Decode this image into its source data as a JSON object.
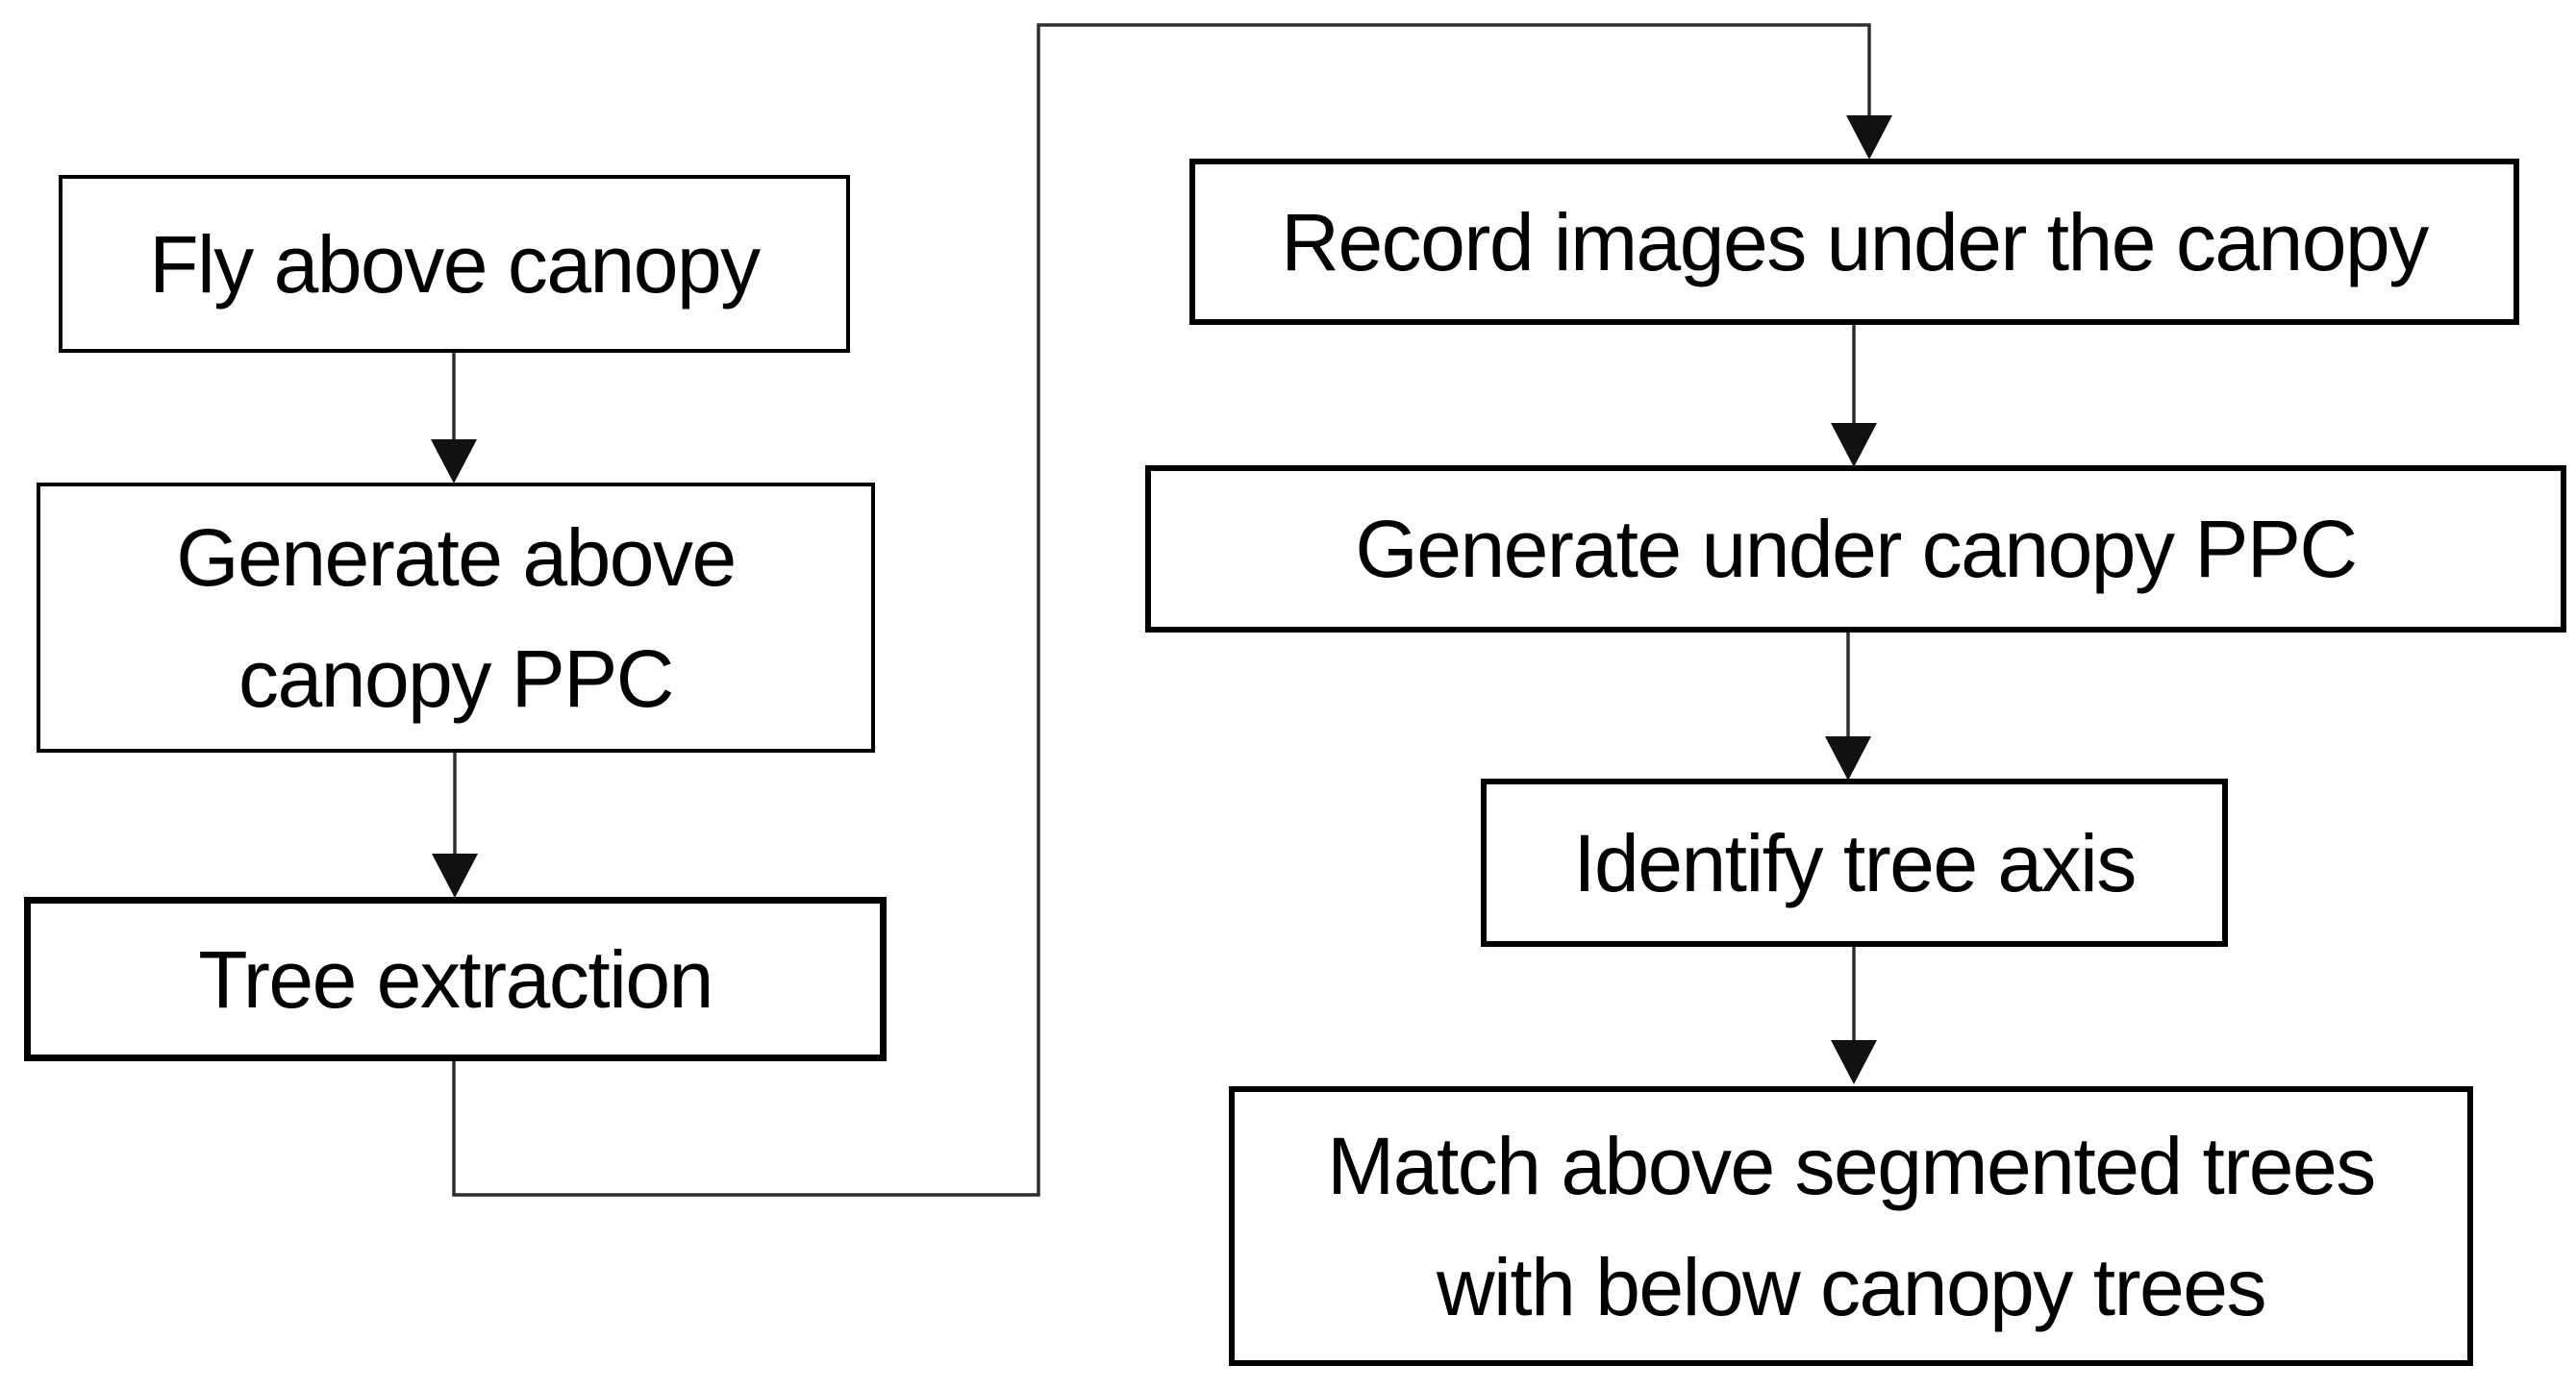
{
  "diagram": {
    "type": "flowchart",
    "background_color": "#ffffff",
    "box_border_color": "#000000",
    "text_color": "#000000",
    "connector_color": "#2f2f2f",
    "nodes": [
      {
        "id": "fly-above-canopy",
        "label": "Fly above canopy"
      },
      {
        "id": "generate-above-canopy-ppc",
        "label": "Generate above canopy PPC"
      },
      {
        "id": "tree-extraction",
        "label": "Tree extraction"
      },
      {
        "id": "record-images-under-the-canopy",
        "label": "Record images under the canopy"
      },
      {
        "id": "generate-under-canopy-ppc",
        "label": "Generate under canopy PPC"
      },
      {
        "id": "identify-tree-axis",
        "label": "Identify tree axis"
      },
      {
        "id": "match-above-segmented-trees",
        "label": "Match above segmented trees with below canopy trees"
      }
    ],
    "edges": [
      {
        "from": "fly-above-canopy",
        "to": "generate-above-canopy-ppc"
      },
      {
        "from": "generate-above-canopy-ppc",
        "to": "tree-extraction"
      },
      {
        "from": "tree-extraction",
        "to": "record-images-under-the-canopy"
      },
      {
        "from": "record-images-under-the-canopy",
        "to": "generate-under-canopy-ppc"
      },
      {
        "from": "generate-under-canopy-ppc",
        "to": "identify-tree-axis"
      },
      {
        "from": "identify-tree-axis",
        "to": "match-above-segmented-trees"
      }
    ]
  }
}
